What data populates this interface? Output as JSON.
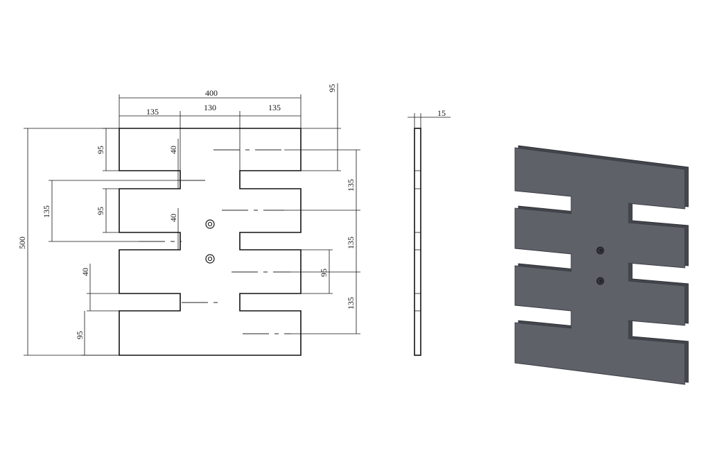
{
  "drawing": {
    "dimensions": {
      "overall_width": "400",
      "left_tab_width": "135",
      "center_width": "130",
      "right_tab_width": "135",
      "overall_height": "500",
      "right_top_tab": "95",
      "left_top_tab": "95",
      "left_slot_1": "40",
      "left_mid_tab": "95",
      "left_slot_2": "40",
      "left_pitch": "135",
      "left_slot_3": "40",
      "left_bottom_tab": "95",
      "right_pitch_1": "135",
      "right_pitch_2": "135",
      "right_tab_3": "95",
      "right_pitch_3": "135",
      "thickness": "15"
    },
    "colors": {
      "line": "#111111",
      "iso_face": "#5f6169",
      "iso_edge": "#3c3e45",
      "iso_side": "#44464d"
    }
  }
}
